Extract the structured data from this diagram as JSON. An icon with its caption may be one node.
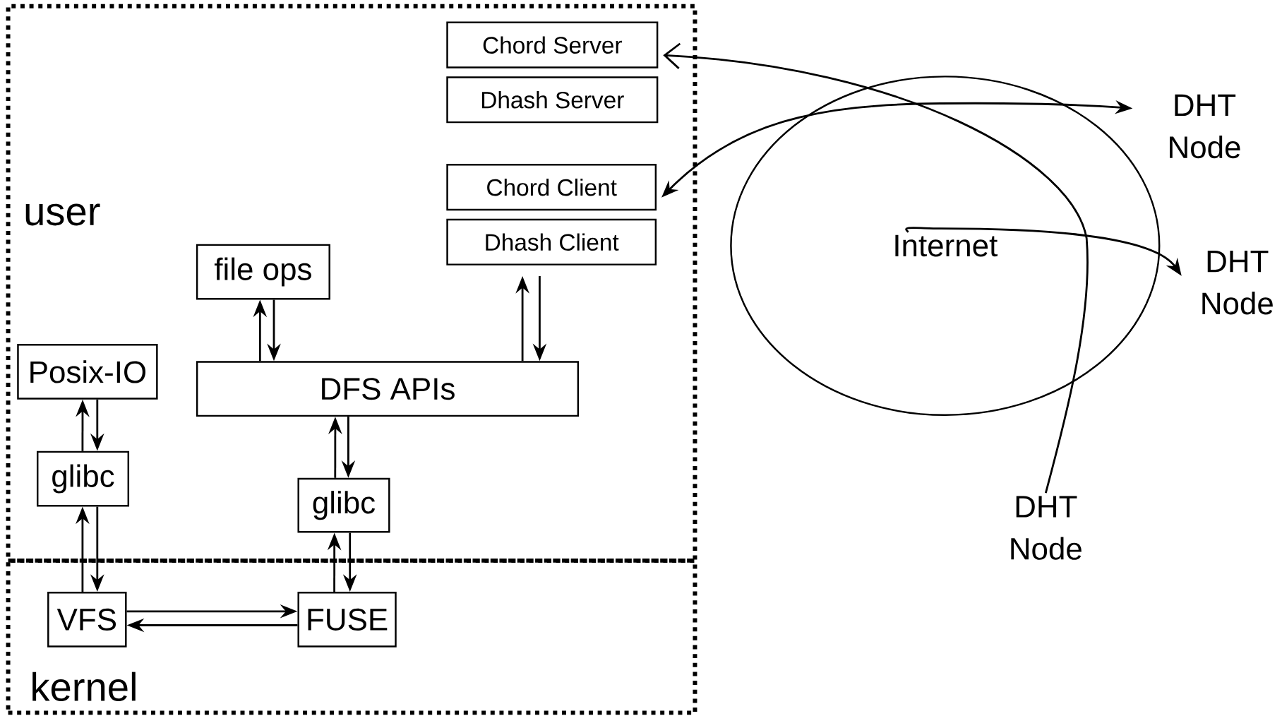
{
  "diagram": {
    "nodes": [
      {
        "text": [
          "user"
        ]
      },
      {
        "text": [
          "kernel"
        ]
      },
      {
        "text": [
          "Chord Server"
        ],
        "in": 0
      },
      {
        "text": [
          "Dhash Server"
        ],
        "in": 0
      },
      {
        "text": [
          "Chord Client"
        ],
        "in": 0
      },
      {
        "text": [
          "Dhash Client"
        ],
        "in": 0
      },
      {
        "text": [
          "file ops"
        ],
        "in": 0
      },
      {
        "text": [
          "Posix-IO"
        ],
        "in": 0
      },
      {
        "text": [
          "DFS APIs"
        ],
        "in": 0
      },
      {
        "text": [
          "glibc"
        ],
        "in": 0
      },
      {
        "text": [
          "glibc"
        ],
        "in": 0
      },
      {
        "text": [
          "VFS"
        ],
        "in": 1
      },
      {
        "text": [
          "FUSE"
        ],
        "in": 1
      },
      {
        "text": [
          "Internet"
        ]
      },
      {
        "text": [
          "DHT Node"
        ]
      },
      {
        "text": [
          "DHT Node"
        ]
      },
      {
        "text": [
          "DHT Node"
        ]
      }
    ],
    "edges": [
      {
        "from": 8,
        "to": 6,
        "arrow": "to"
      },
      {
        "from": 6,
        "to": 8,
        "arrow": "to"
      },
      {
        "from": 8,
        "to": 5,
        "arrow": "to"
      },
      {
        "from": 5,
        "to": 8,
        "arrow": "to"
      },
      {
        "from": 9,
        "to": 7,
        "arrow": "to"
      },
      {
        "from": 7,
        "to": 9,
        "arrow": "to"
      },
      {
        "from": 11,
        "to": 9,
        "arrow": "to"
      },
      {
        "from": 9,
        "to": 11,
        "arrow": "to"
      },
      {
        "from": 10,
        "to": 8,
        "arrow": "to"
      },
      {
        "from": 8,
        "to": 10,
        "arrow": "to"
      },
      {
        "from": 12,
        "to": 10,
        "arrow": "to"
      },
      {
        "from": 10,
        "to": 12,
        "arrow": "to"
      },
      {
        "from": 11,
        "to": 12,
        "arrow": "to"
      },
      {
        "from": 12,
        "to": 11,
        "arrow": "to"
      },
      {
        "from": 16,
        "to": 2,
        "arrow": "to"
      },
      {
        "from": 4,
        "to": 14,
        "arrow": "both"
      },
      {
        "from": 13,
        "to": 15,
        "arrow": "to"
      }
    ]
  }
}
